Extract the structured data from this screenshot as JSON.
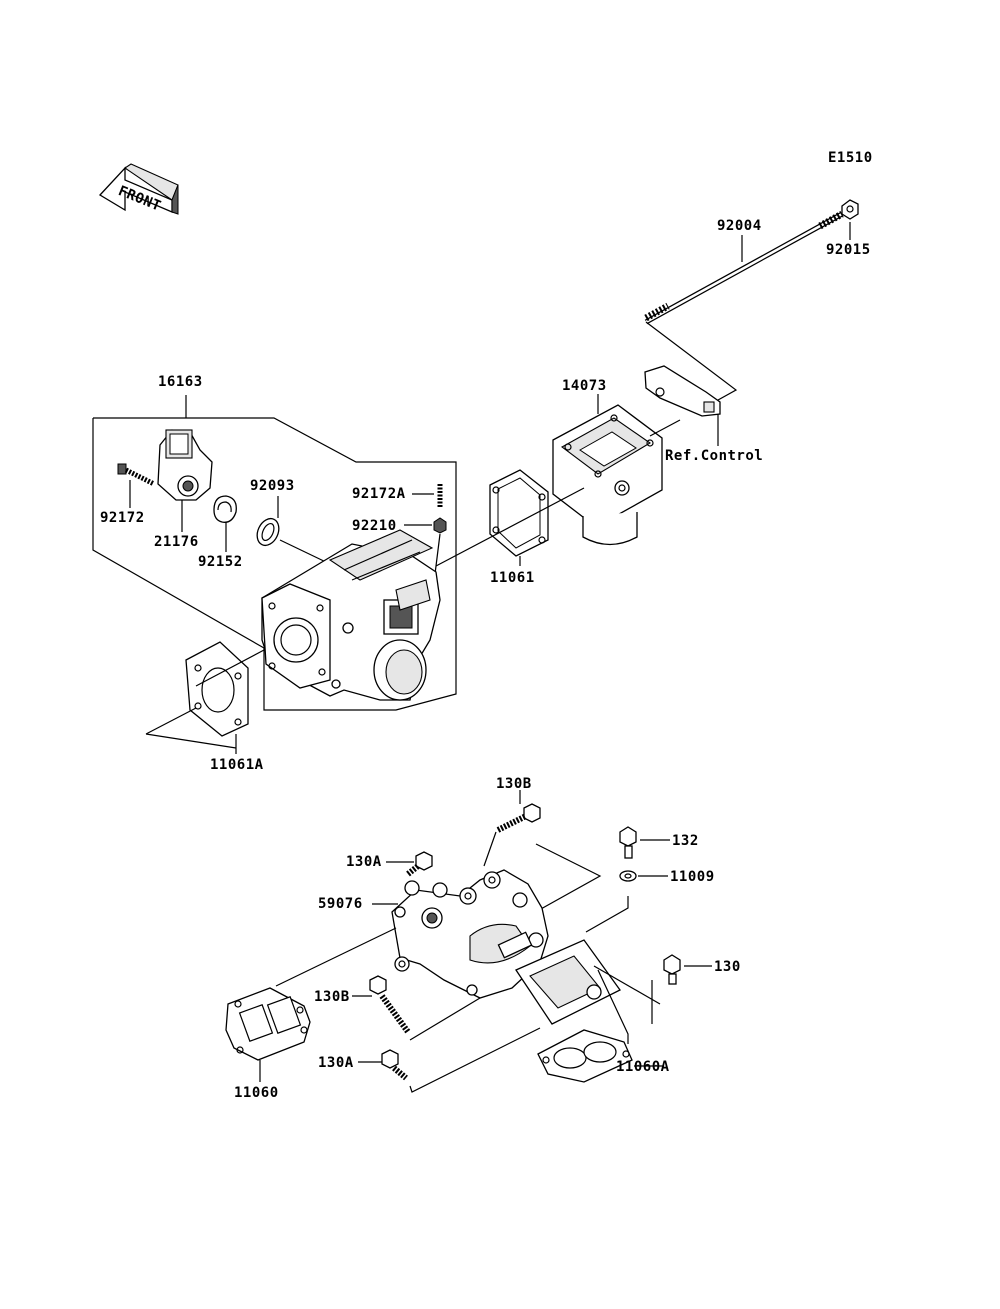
{
  "diagram_code": "E1510",
  "front_arrow_label": "FRONT",
  "labels": {
    "p92004": "92004",
    "p92015": "92015",
    "p16163": "16163",
    "p14073": "14073",
    "ref_control": "Ref.Control",
    "p92093": "92093",
    "p92172A": "92172A",
    "p92210": "92210",
    "p92172": "92172",
    "p21176": "21176",
    "p92152": "92152",
    "p11061": "11061",
    "p11061A": "11061A",
    "p130B_top": "130B",
    "p132": "132",
    "p130A_top": "130A",
    "p11009": "11009",
    "p59076": "59076",
    "p130": "130",
    "p130B_left": "130B",
    "p130A_left": "130A",
    "p11060": "11060",
    "p11060A": "11060A"
  }
}
